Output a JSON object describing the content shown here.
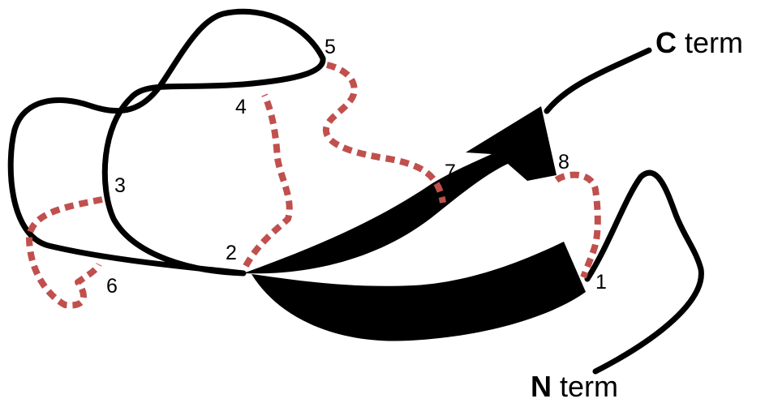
{
  "diagram": {
    "c_terminus": {
      "bold": "C",
      "rest": " term"
    },
    "n_terminus": {
      "bold": "N",
      "rest": " term"
    },
    "cysteine_labels": [
      "1",
      "2",
      "3",
      "4",
      "5",
      "6",
      "7",
      "8"
    ],
    "colors": {
      "backbone": "#000000",
      "disulfide_link": "#c0504d",
      "background": "#ffffff"
    }
  }
}
